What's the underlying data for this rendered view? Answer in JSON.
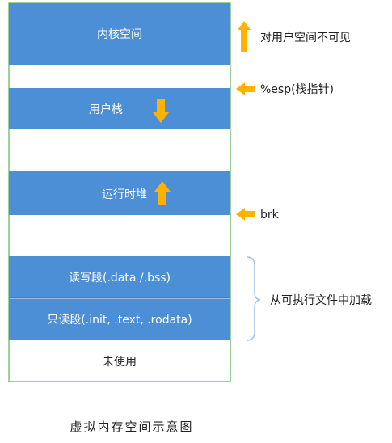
{
  "segments": {
    "kernel": "内核空间",
    "user_stack": "用户栈",
    "heap": "运行时堆",
    "rw_segment": "读写段(.data  /.bss)",
    "ro_segment": "只读段(.init, .text, .rodata)",
    "unused": "未使用"
  },
  "annotations": {
    "kernel_note": "对用户空间不可见",
    "esp_note": "%esp(栈指针)",
    "brk_note": "brk",
    "loaded_note": "从可执行文件中加载"
  },
  "caption": "虚拟内存空间示意图",
  "colors": {
    "block_fill": "#4d8fd6",
    "block_text": "#ffffff",
    "frame_border": "#7ec07a",
    "arrow_fill": "#ffb300",
    "brace": "#9fc1e8",
    "label_text": "#222222"
  }
}
